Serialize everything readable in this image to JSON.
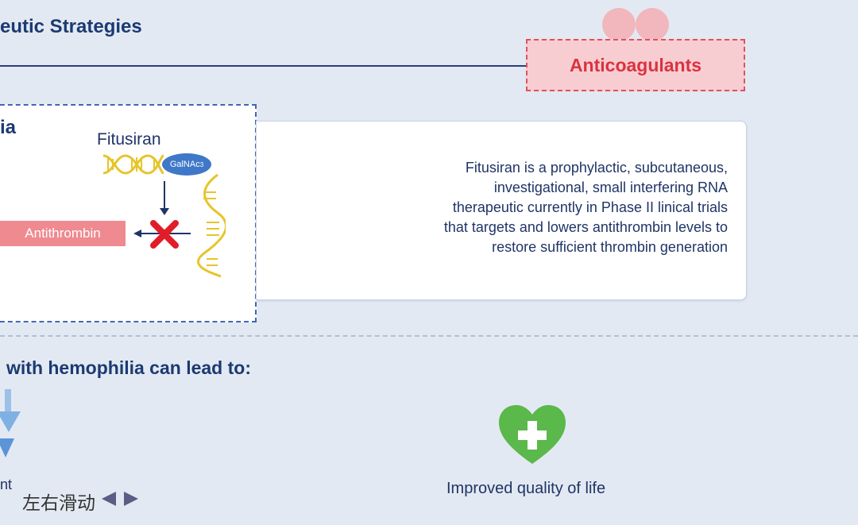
{
  "header": {
    "section_title": "eutic Strategies",
    "category_tag": "Anticoagulants"
  },
  "mechanism": {
    "panel_title_fragment": "ia",
    "drug_name": "Fitusiran",
    "conjugate_label": "GalNAc",
    "conjugate_subscript": "3",
    "target_label": "Antithrombin"
  },
  "description": {
    "lines": [
      "Fitusiran is a prophylactic, subcutaneous,",
      "investigational, small interfering RNA",
      "therapeutic currently in Phase II linical trials",
      "that targets and lowers antithrombin levels to",
      "restore sufficient thrombin generation"
    ]
  },
  "outcomes": {
    "heading": "with hemophilia can lead to:",
    "partial_item_label": "nt",
    "benefit_label": "Improved quality of life"
  },
  "navigation": {
    "swipe_hint": "左右滑动"
  },
  "colors": {
    "accent_red": "#d9333f",
    "tag_fill": "#f8cdd2",
    "navy": "#1b3a72",
    "dna_gold": "#e6c52a",
    "heart_green": "#5bb84a",
    "inhibit_red": "#e11d2a"
  }
}
